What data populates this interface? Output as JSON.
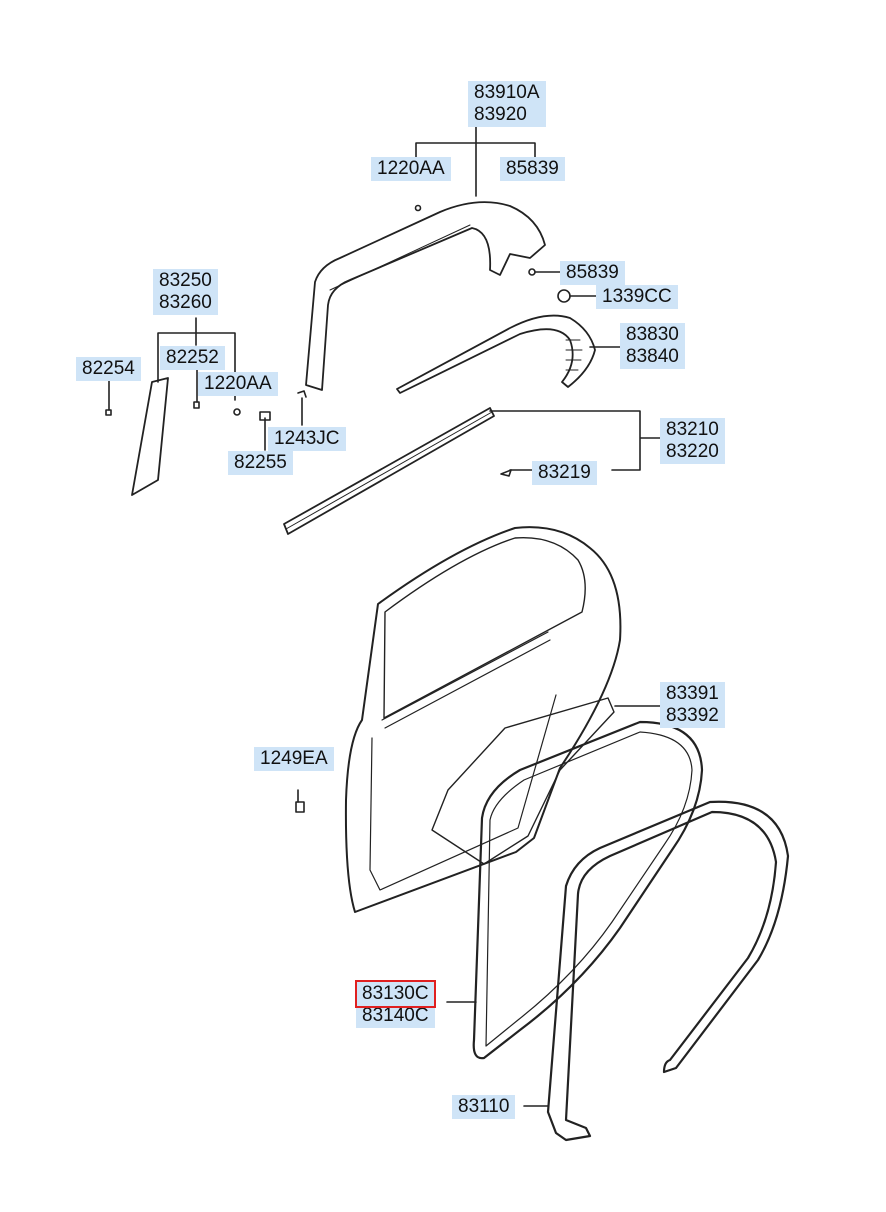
{
  "labels": {
    "l83910A": [
      "83910A",
      "83920"
    ],
    "l1220AA_top": [
      "1220AA"
    ],
    "l85839_top": [
      "85839"
    ],
    "l85839_mid": [
      "85839"
    ],
    "l1339CC": [
      "1339CC"
    ],
    "l83250": [
      "83250",
      "83260"
    ],
    "l82254": [
      "82254"
    ],
    "l82252": [
      "82252"
    ],
    "l1220AA_left": [
      "1220AA"
    ],
    "l1243JC": [
      "1243JC"
    ],
    "l82255": [
      "82255"
    ],
    "l83830": [
      "83830",
      "83840"
    ],
    "l83210": [
      "83210",
      "83220"
    ],
    "l83219": [
      "83219"
    ],
    "l83391": [
      "83391",
      "83392"
    ],
    "l1249EA": [
      "1249EA"
    ],
    "l83130C": [
      "83130C",
      "83140C"
    ],
    "l83110": [
      "83110"
    ]
  },
  "highlight": {
    "part": "83130C",
    "color": "#e02020"
  },
  "colors": {
    "label_bg": "#cfe4f7",
    "line": "#222222"
  }
}
